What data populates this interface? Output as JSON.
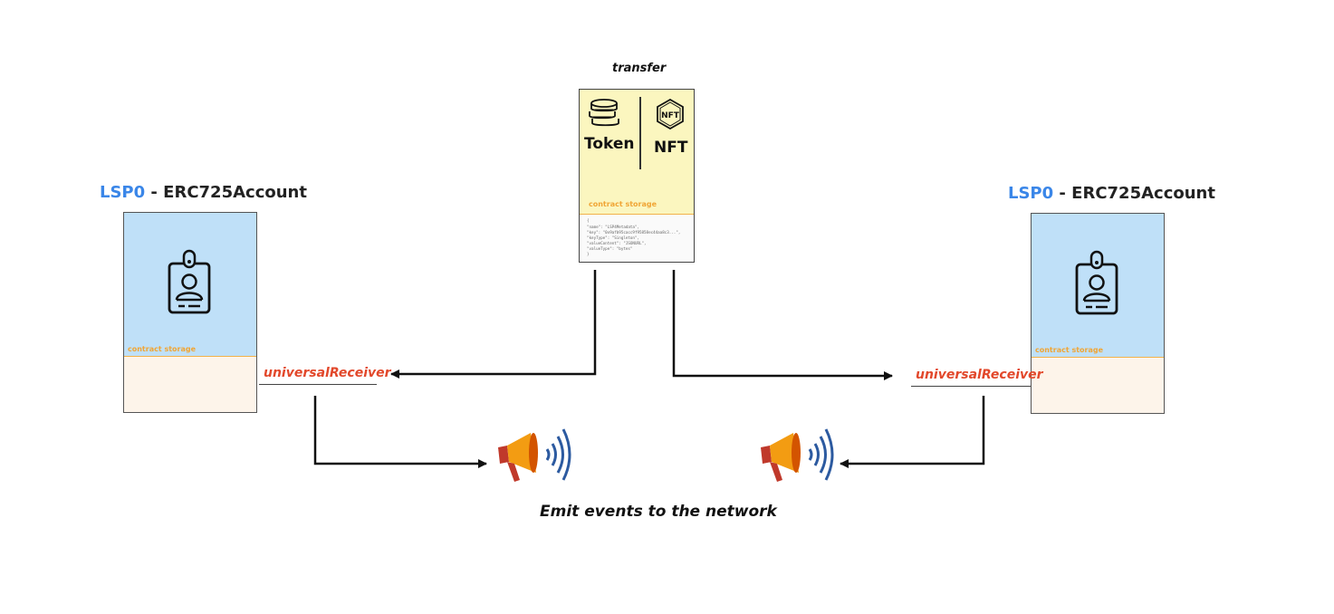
{
  "diagram": {
    "transfer_label": "transfer",
    "emit_label": "Emit events to the network",
    "asset": {
      "token_label": "Token",
      "nft_label": "NFT",
      "storage_label": "contract storage",
      "code_lines": [
        "{",
        "  \"name\": \"LSP4Metadata\",",
        "  \"key\": \"0x9afb95cacc9f95858ec44aa8c3...\",",
        "  \"keyType\": \"Singleton\",",
        "  \"valueContent\": \"JSONURL\",",
        "  \"valueType\": \"bytes\"",
        "}"
      ]
    },
    "accounts": [
      {
        "lsp_label": "LSP0",
        "name_label": " - ERC725Account",
        "storage_label": "contract storage",
        "receiver_label": "universalReceiver"
      },
      {
        "lsp_label": "LSP0",
        "name_label": " - ERC725Account",
        "storage_label": "contract storage",
        "receiver_label": "universalReceiver"
      }
    ],
    "colors": {
      "lsp": "#3a86e8",
      "receiver": "#e2482b",
      "storage": "#f0a535",
      "account_top": "#bfe0f8",
      "account_bottom": "#fdf4ea",
      "asset": "#fbf6bf"
    },
    "icons": [
      "id-badge-icon",
      "coins-icon",
      "nft-icon",
      "megaphone-icon"
    ]
  }
}
